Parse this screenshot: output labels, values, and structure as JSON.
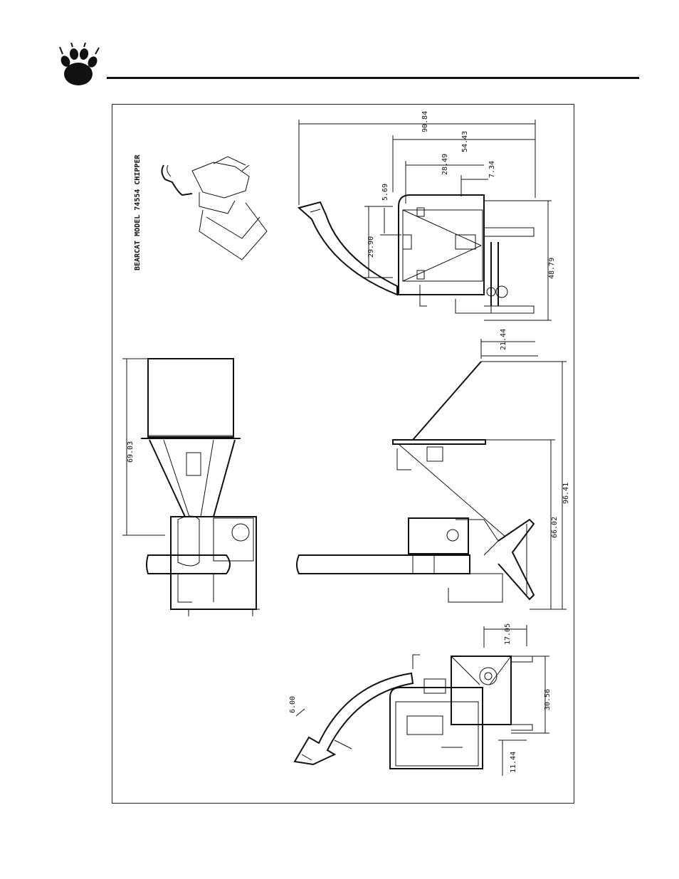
{
  "header": {
    "logo_icon": "bear-paw-icon"
  },
  "drawing": {
    "title": "BEARCAT MODEL 74554 CHIPPER",
    "dimensions": {
      "d90_84": "90.84",
      "d54_43": "54.43",
      "d28_49": "28.49",
      "d7_34": "7.34",
      "d5_69": "5.69",
      "d29_90": "29.90",
      "d48_79": "48.79",
      "d21_44": "21.44",
      "d69_03": "69.03",
      "d96_41": "96.41",
      "d66_02": "66.02",
      "d17_05": "17.05",
      "d30_56": "30.56",
      "d11_44": "11.44",
      "d6_00": "6.00"
    }
  }
}
